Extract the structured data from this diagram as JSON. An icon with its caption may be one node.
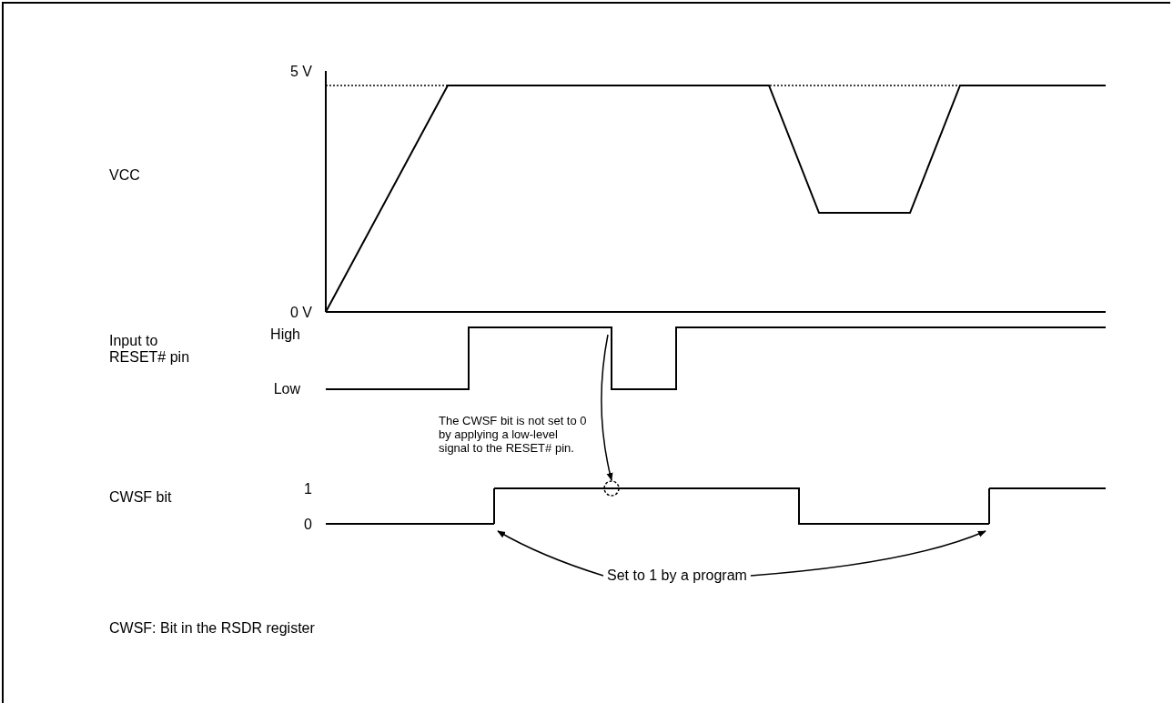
{
  "diagram": {
    "nodes": [
      {
        "text": [],
        "shape": "circle"
      },
      {
        "text": [
          "Set to 1 by a program"
        ]
      },
      {
        "text": [],
        "shape": "bar"
      },
      {
        "text": [],
        "shape": "bar"
      }
    ],
    "edges": [
      {
        "from": null,
        "to": 0,
        "arrow": "to"
      },
      {
        "from": 1,
        "to": 2,
        "arrow": "to"
      },
      {
        "from": 1,
        "to": 3,
        "arrow": "to"
      }
    ],
    "labels": [
      "5 V",
      "VCC",
      "0 V",
      "Input to RESET# pin",
      "High",
      "Low",
      "The CWSF bit is not set to 0 by applying a low-level signal to the RESET# pin.",
      "CWSF bit",
      "1",
      "0",
      "CWSF: Bit in the RSDR register"
    ]
  }
}
